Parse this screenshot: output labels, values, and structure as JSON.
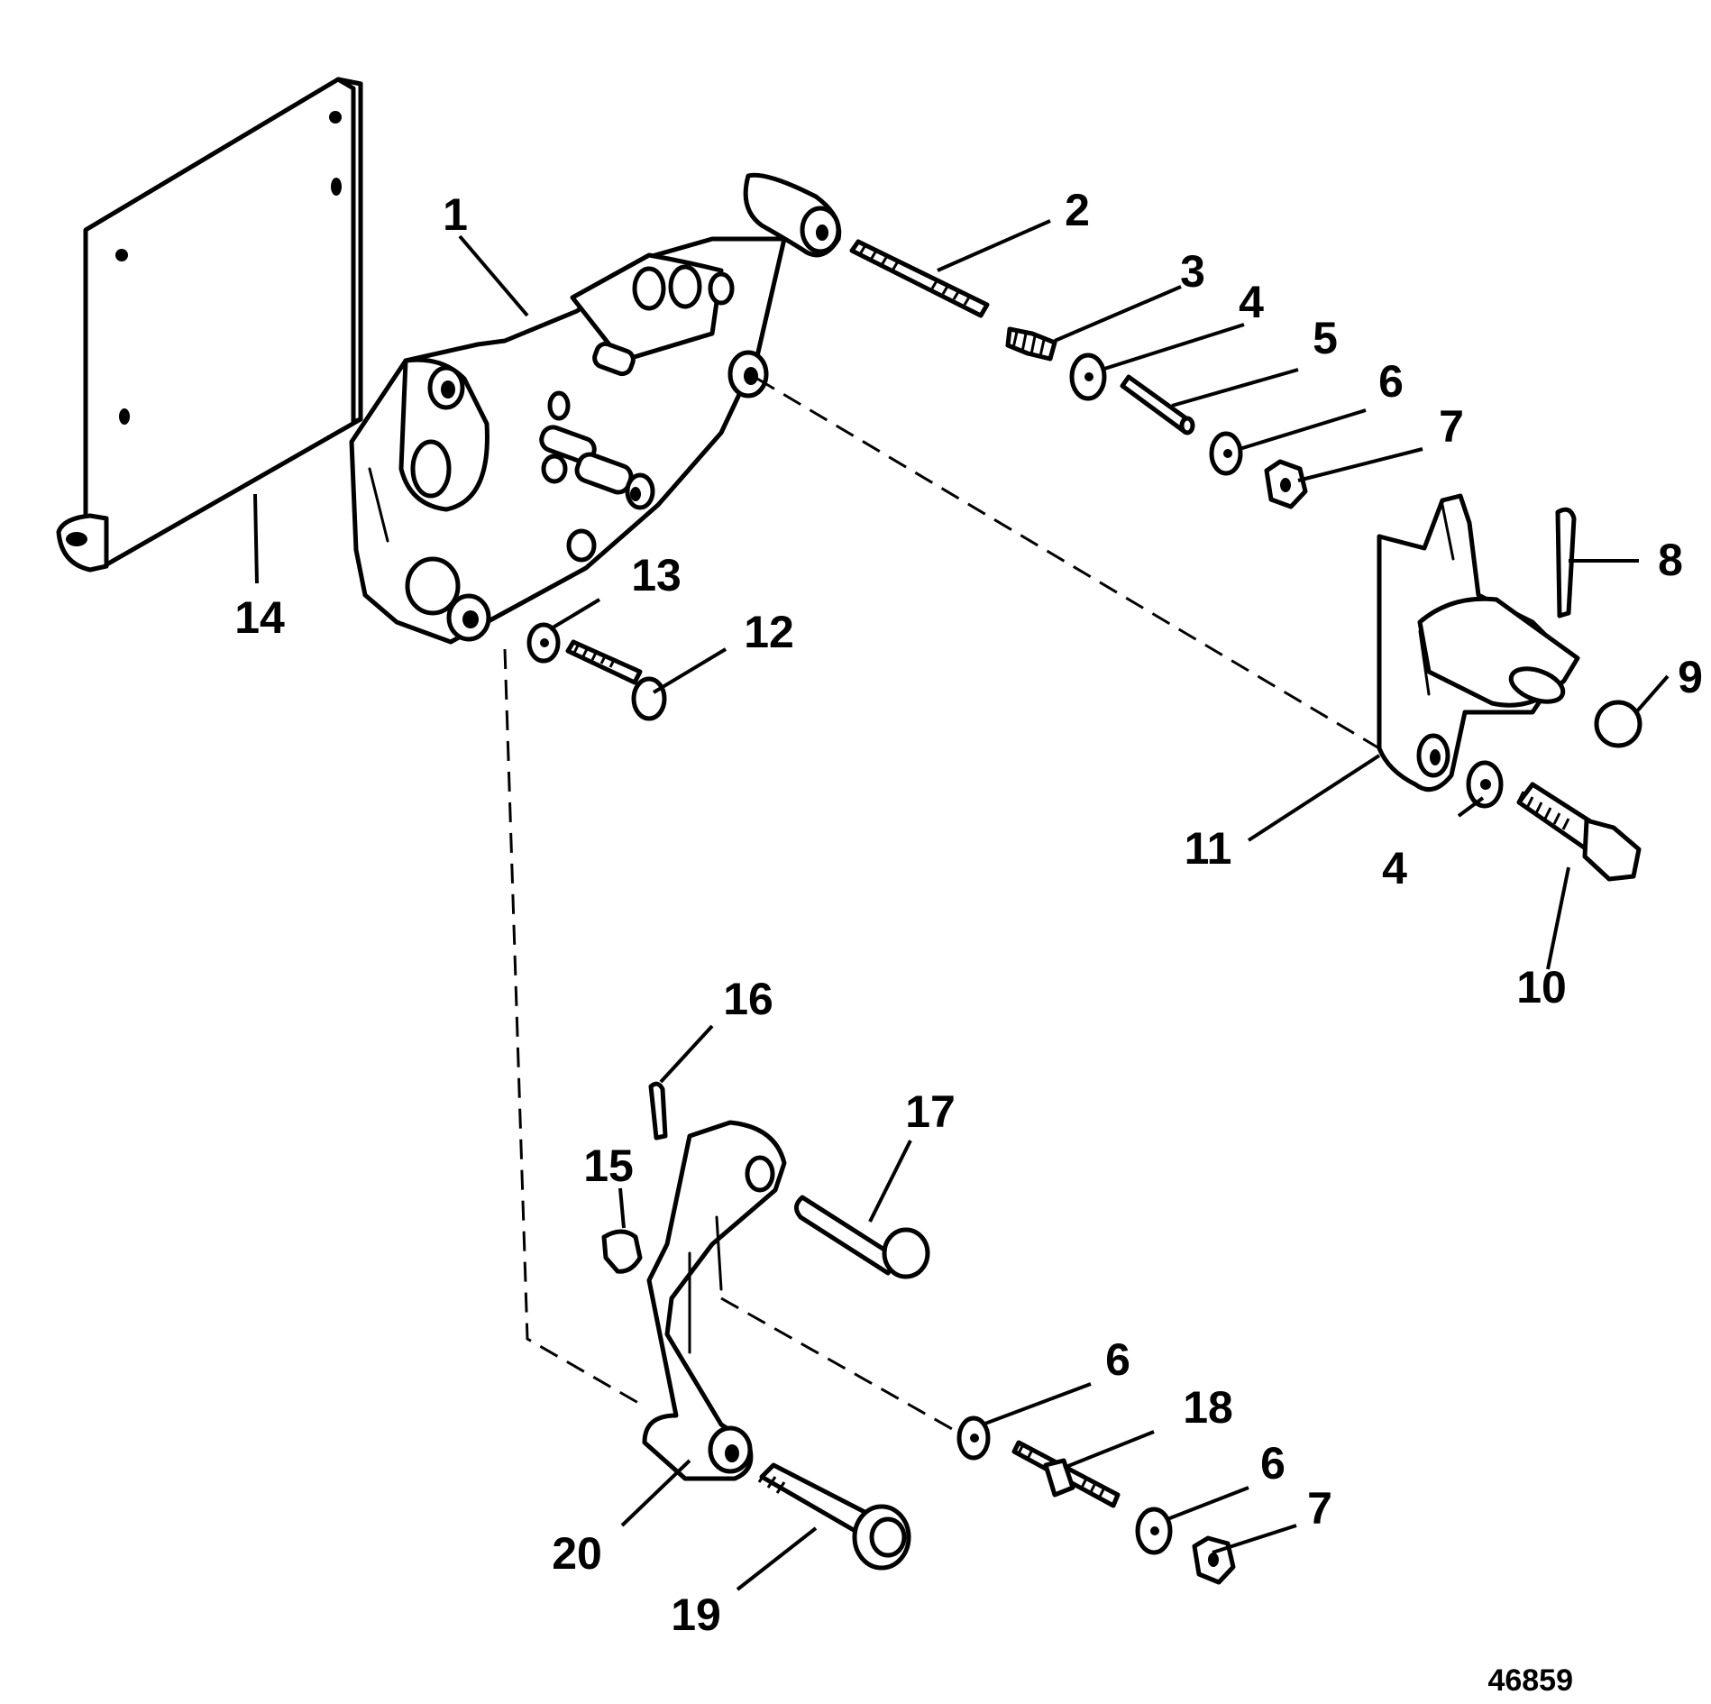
{
  "diagram": {
    "figure_id": "46859",
    "callouts": [
      "1",
      "2",
      "3",
      "4",
      "5",
      "6",
      "7",
      "8",
      "9",
      "10",
      "11",
      "4",
      "12",
      "13",
      "14",
      "15",
      "16",
      "17",
      "6",
      "18",
      "6",
      "7",
      "19",
      "20"
    ]
  }
}
